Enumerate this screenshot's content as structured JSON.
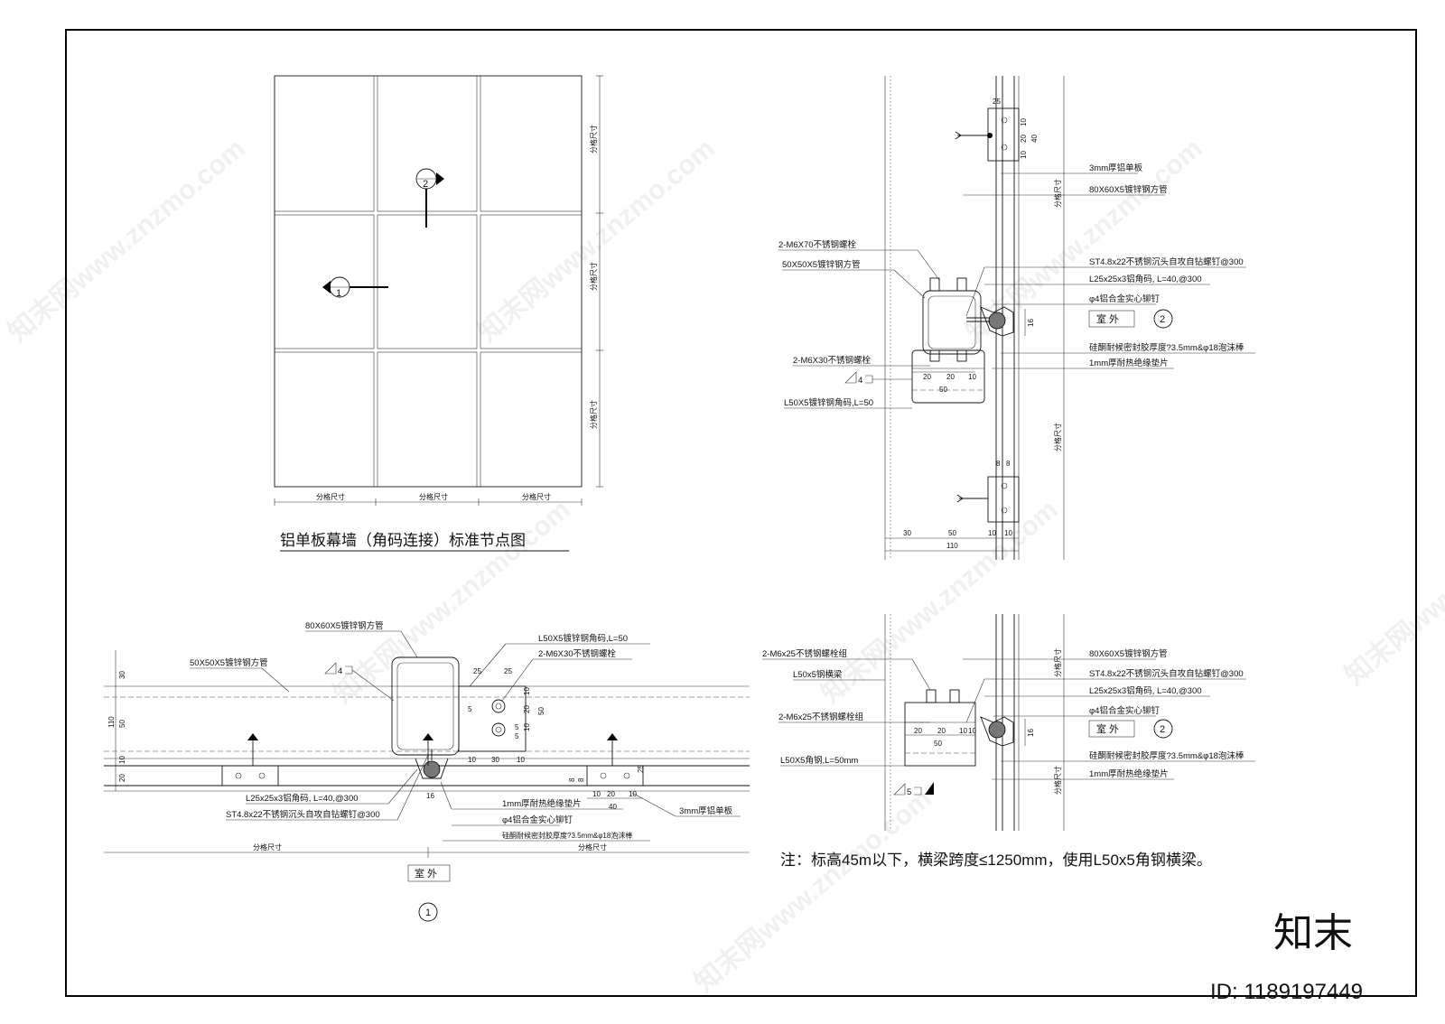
{
  "elevation": {
    "title": "铝单板幕墙（角码连接）标准节点图",
    "marker_1": "1",
    "marker_2": "2",
    "dim_label": "分格尺寸"
  },
  "section2": {
    "dims_top": [
      "25",
      "10",
      "20",
      "40",
      "10"
    ],
    "dims_bottom": [
      "30",
      "50",
      "10",
      "10",
      "110"
    ],
    "dims_flange": [
      "8",
      "8"
    ],
    "dims_clip": [
      "20",
      "20",
      "10",
      "50"
    ],
    "dim_16": "16",
    "weld": "4",
    "labels_left": [
      "2-M6X70不锈钢螺栓",
      "50X50X5镀锌钢方管",
      "2-M6X30不锈钢螺栓",
      "L50X5镀锌钢角码,L=50"
    ],
    "labels_right": [
      "3mm厚铝单板",
      "80X60X5镀锌钢方管",
      "ST4.8x22不锈钢沉头自攻自钻螺钉@300",
      "L25x25x3铝角码, L=40,@300",
      "φ4铝合金实心铆钉",
      "硅酮耐候密封胶厚度?3.5mm&φ18泡沫棒",
      "1mm厚耐热绝缘垫片"
    ],
    "outside": "室 外",
    "marker": "2",
    "dim_label": "分格尺寸"
  },
  "section1": {
    "labels_top": [
      "80X60X5镀锌钢方管",
      "50X50X5镀锌钢方管",
      "L50X5镀锌钢角码,L=50",
      "2-M6X30不锈钢螺栓"
    ],
    "labels_bottom": [
      "L25x25x3铝角码, L=40,@300",
      "ST4.8x22不锈钢沉头自攻自钻螺钉@300",
      "1mm厚耐热绝缘垫片",
      "φ4铝合金实心铆钉",
      "硅酮耐候密封胶厚度?3.5mm&φ18泡沫棒",
      "3mm厚铝单板"
    ],
    "dims_left": [
      "30",
      "50",
      "110",
      "10",
      "20"
    ],
    "dims_clip": [
      "25",
      "25",
      "5",
      "10",
      "20",
      "10",
      "50",
      "10",
      "30",
      "10",
      "5",
      "5"
    ],
    "dims_flange": [
      "8",
      "8",
      "10",
      "20",
      "10",
      "40",
      "16",
      "25"
    ],
    "weld": "4",
    "outside": "室 外",
    "marker": "1",
    "dim_label": "分格尺寸"
  },
  "section3": {
    "labels_left": [
      "2-M6x25不锈钢螺栓组",
      "L50x5钢横梁",
      "2-M6x25不锈钢螺栓组",
      "L50X5角钢,L=50mm"
    ],
    "labels_right": [
      "80X60X5镀锌钢方管",
      "ST4.8x22不锈钢沉头自攻自钻螺钉@300",
      "L25x25x3铝角码, L=40,@300",
      "φ4铝合金实心铆钉",
      "硅酮耐候密封胶厚度?3.5mm&φ18泡沫棒",
      "1mm厚耐热绝缘垫片"
    ],
    "dims": [
      "20",
      "20",
      "10",
      "10",
      "50",
      "16"
    ],
    "weld": "5",
    "outside": "室 外",
    "marker": "2",
    "dim_label": "分格尺寸"
  },
  "note": "注：标高45m以下，横梁跨度≤1250mm，使用L50x5角钢横梁。",
  "brand": {
    "logo": "知末",
    "id": "ID: 1189197449",
    "watermark": "知末网www.znzmo.com"
  }
}
